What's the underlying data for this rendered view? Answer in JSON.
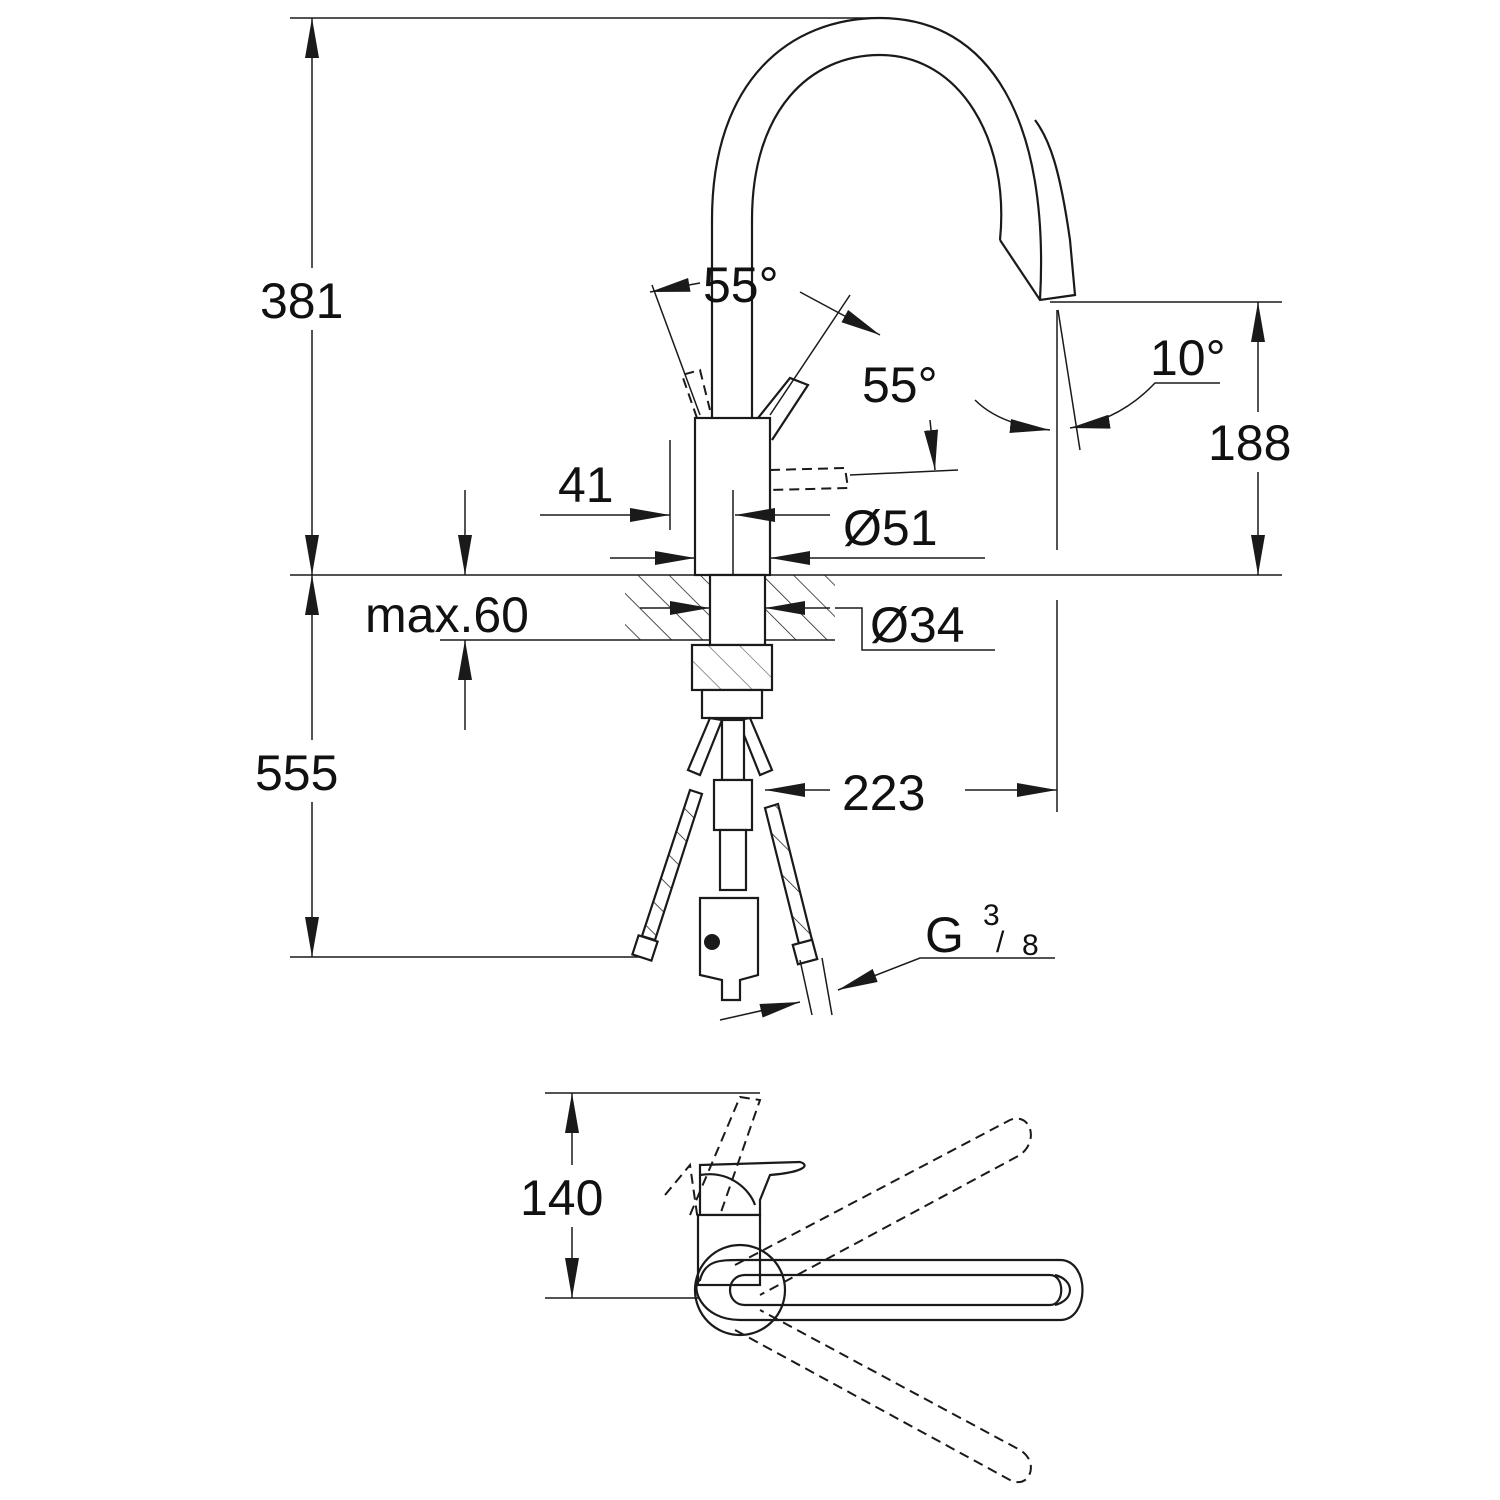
{
  "dimensions": {
    "height_above_counter": "381",
    "lever_angle_left": "55°",
    "lever_angle_right": "55°",
    "spray_angle": "10°",
    "spout_height": "188",
    "lever_offset": "41",
    "body_diameter": "Ø51",
    "counter_thickness": "max.60",
    "hole_diameter": "Ø34",
    "hose_length": "555",
    "spout_reach": "223",
    "connection_thread": "G",
    "connection_thread_num": "3",
    "connection_thread_den": "8",
    "top_view_depth": "140"
  },
  "colors": {
    "line": "#1a1a1a",
    "background": "#ffffff"
  }
}
